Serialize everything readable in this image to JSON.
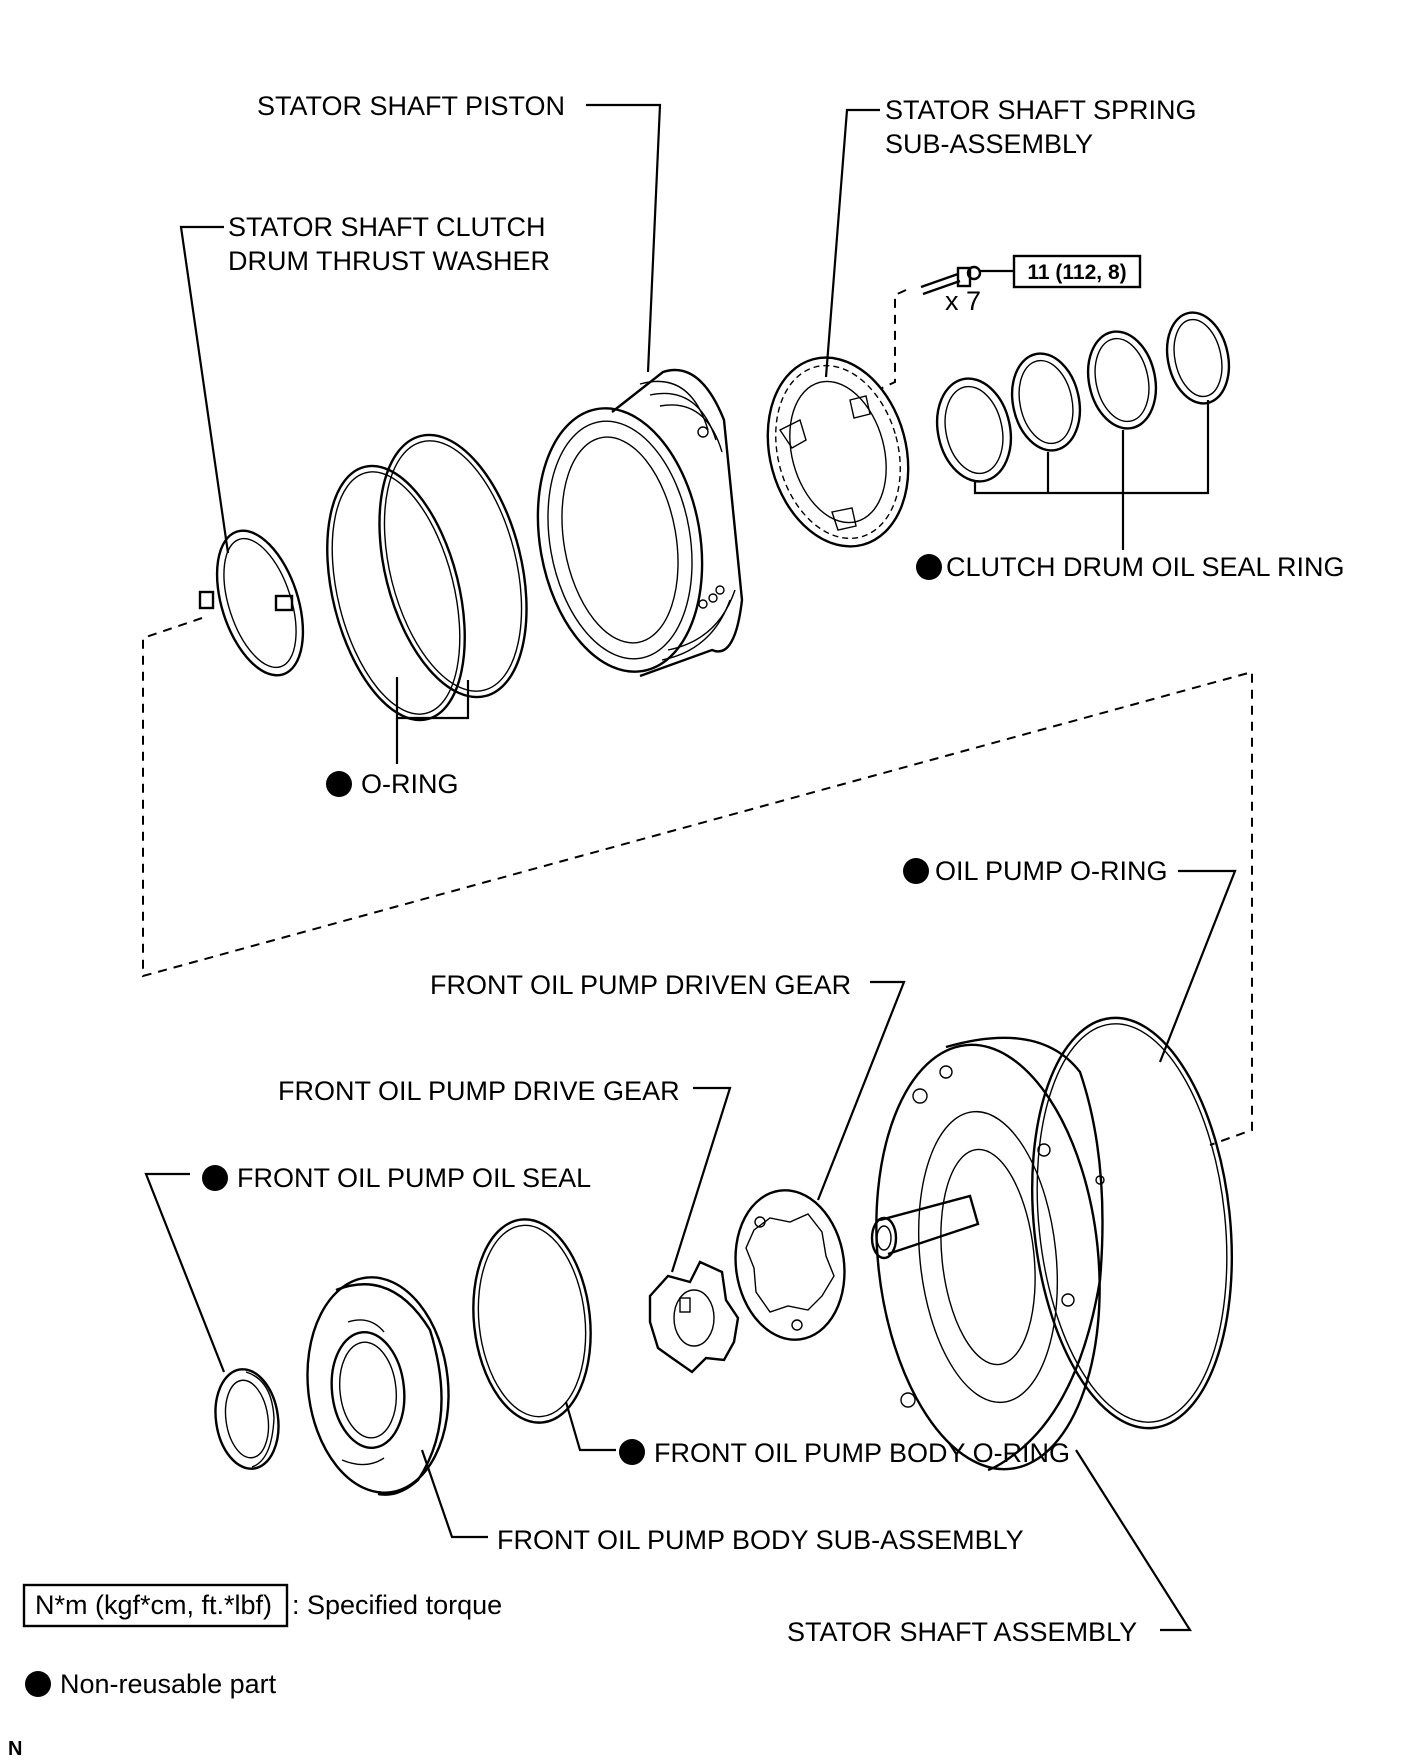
{
  "labels": {
    "stator_shaft_piston": "STATOR SHAFT PISTON",
    "spring_sub_assembly_line1": "STATOR SHAFT SPRING",
    "spring_sub_assembly_line2": "SUB-ASSEMBLY",
    "thrust_washer_line1": "STATOR SHAFT CLUTCH",
    "thrust_washer_line2": "DRUM THRUST WASHER",
    "bolt_count": "x 7",
    "clutch_drum_oil_seal_ring": "CLUTCH DRUM OIL SEAL RING",
    "o_ring": "O-RING",
    "oil_pump_o_ring": "OIL PUMP O-RING",
    "front_oil_pump_driven_gear": "FRONT OIL PUMP DRIVEN GEAR",
    "front_oil_pump_drive_gear": "FRONT OIL PUMP DRIVE GEAR",
    "front_oil_pump_oil_seal": "FRONT OIL PUMP OIL SEAL",
    "front_oil_pump_body_o_ring": "FRONT OIL PUMP BODY O-RING",
    "front_oil_pump_body_sub_assembly": "FRONT OIL PUMP BODY SUB-ASSEMBLY",
    "stator_shaft_assembly": "STATOR SHAFT ASSEMBLY"
  },
  "torque_spec": "11 (112, 8)",
  "legend": {
    "torque_box": "N*m (kgf*cm, ft.*lbf)",
    "torque_text": ": Specified torque",
    "non_reusable": "Non-reusable part"
  },
  "corner_mark": "N"
}
